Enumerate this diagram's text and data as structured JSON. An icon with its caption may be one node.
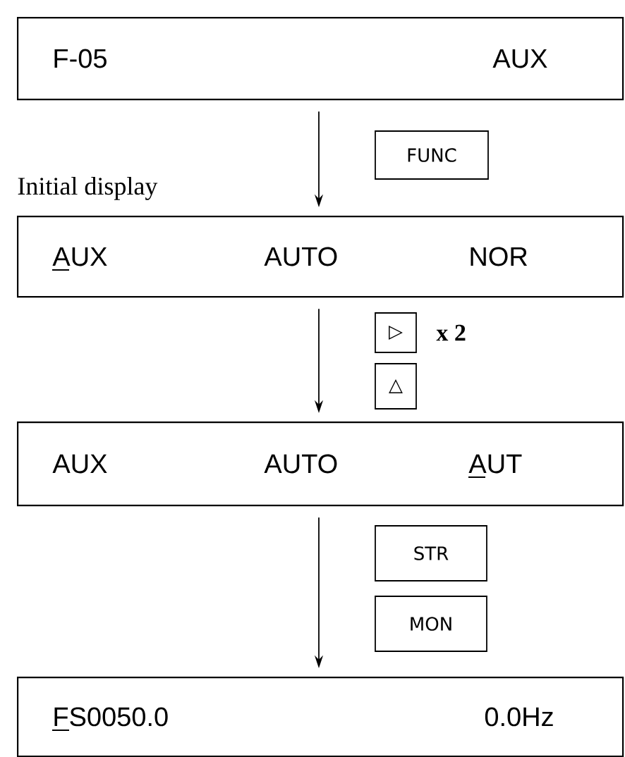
{
  "diagram": {
    "nodes": [
      {
        "text": [
          "F-05",
          "AUX"
        ]
      },
      {
        "text": [
          "Initial display",
          "AUX",
          "AUTO",
          "NOR"
        ]
      },
      {
        "text": [
          "AUX",
          "AUTO",
          "AUT"
        ]
      },
      {
        "text": [
          "FS0050.0",
          "0.0Hz"
        ]
      },
      {
        "text": [
          "FUNC"
        ]
      },
      {
        "text": [
          "▷"
        ],
        "beside": [
          "x 2"
        ]
      },
      {
        "text": [
          "△"
        ]
      },
      {
        "text": [
          "STR"
        ]
      },
      {
        "text": [
          "MON"
        ]
      }
    ],
    "edges": [
      {
        "from": 0,
        "to": 1,
        "arrow": "to"
      },
      {
        "from": 1,
        "to": 2,
        "arrow": "to"
      },
      {
        "from": 2,
        "to": 3,
        "arrow": "to"
      }
    ]
  }
}
